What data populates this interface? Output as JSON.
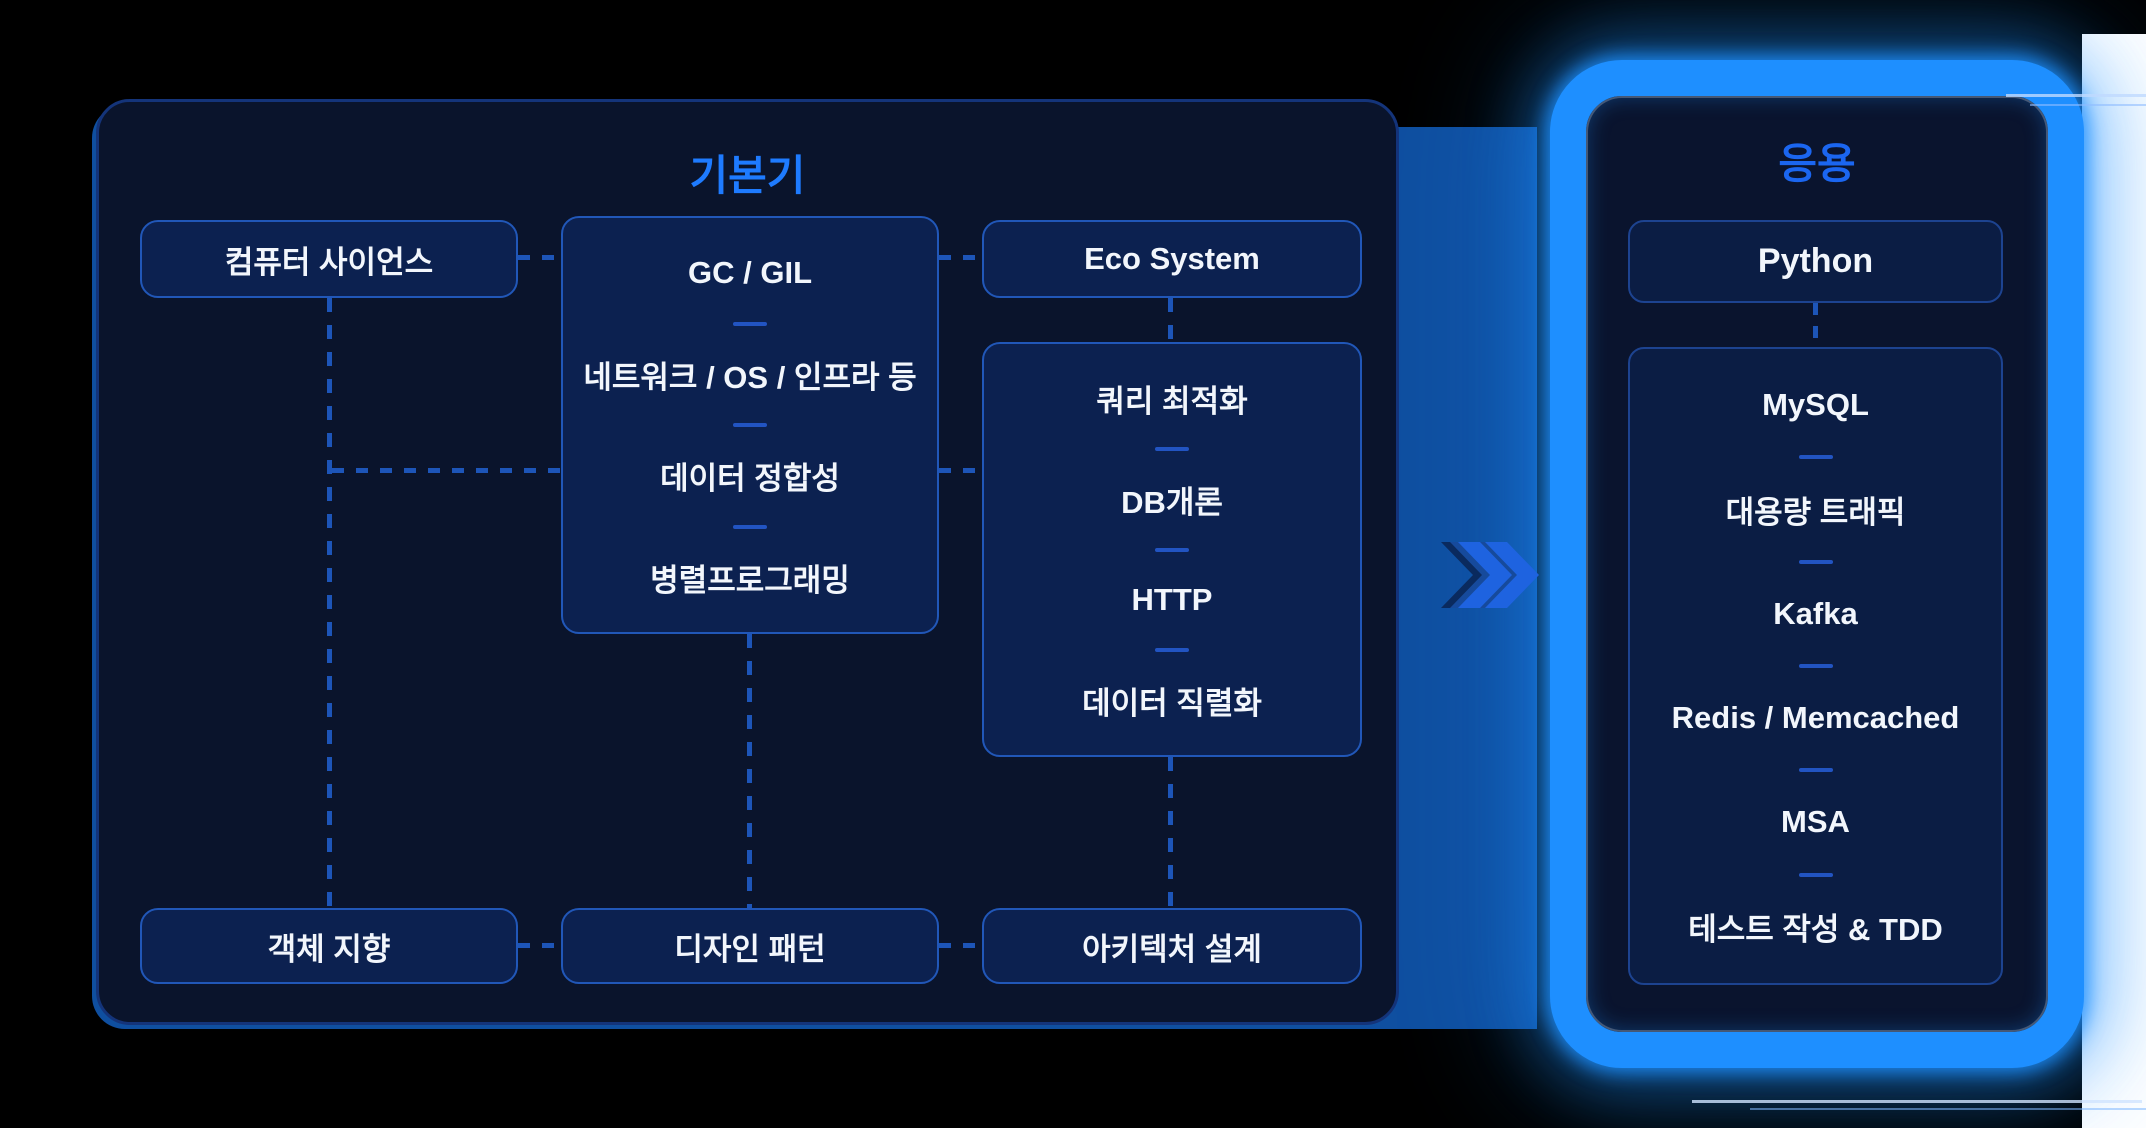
{
  "left_panel": {
    "title": "기본기",
    "computer_science": "컴퓨터 사이언스",
    "core_stack": [
      "GC / GIL",
      "네트워크 / OS / 인프라 등",
      "데이터 정합성",
      "병렬프로그래밍"
    ],
    "eco_system": "Eco System",
    "db_stack": [
      "쿼리 최적화",
      "DB개론",
      "HTTP",
      "데이터 직렬화"
    ],
    "bottom_row": [
      "객체 지향",
      "디자인 패턴",
      "아키텍처 설계"
    ]
  },
  "arrow": {
    "icon": "double-chevron-right"
  },
  "right_panel": {
    "title": "응용",
    "primary": "Python",
    "stack": [
      "MySQL",
      "대용량 트래픽",
      "Kafka",
      "Redis / Memcached",
      "MSA",
      "테스트 작성 & TDD"
    ]
  },
  "colors": {
    "background": "#000000",
    "panel_fill": "#0A142C",
    "box_fill": "#0C2150",
    "box_border": "#2157B8",
    "dash_line": "#1D55B8",
    "title_blue": "#1E7BFF",
    "app_title_blue": "#1B66F0",
    "glow_blue": "#1E8FFF",
    "shadow_band": "#0F4FA0",
    "chevron_front": "#1E63E0",
    "chevron_mid": "#164A9C",
    "chevron_back": "#0A2A5E",
    "text": "#F2F6FC"
  }
}
